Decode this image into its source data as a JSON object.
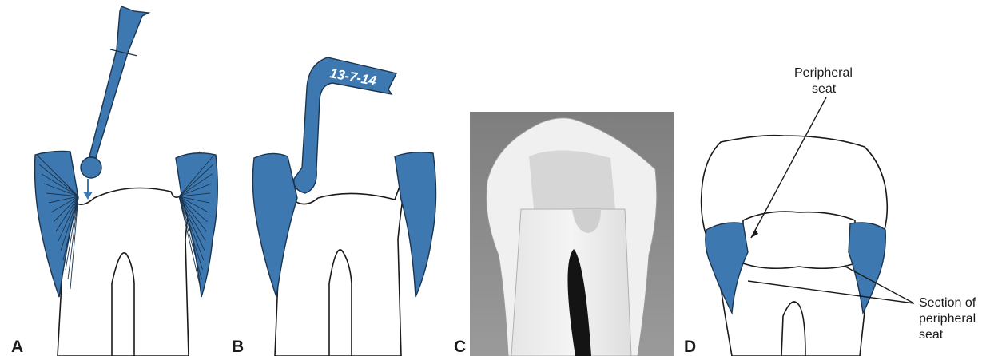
{
  "panels": {
    "a": {
      "letter": "A"
    },
    "b": {
      "letter": "B",
      "instrument_label": "13-7-14"
    },
    "c": {
      "letter": "C"
    },
    "d": {
      "letter": "D",
      "callout_peripheral_seat": [
        "Peripheral",
        "seat"
      ],
      "callout_section": [
        "Section of",
        "peripheral",
        "seat"
      ]
    }
  },
  "colors": {
    "instrument_blue": "#3d79b0",
    "enamel_blue": "#3d79b0",
    "outline": "#1a1a1a"
  }
}
